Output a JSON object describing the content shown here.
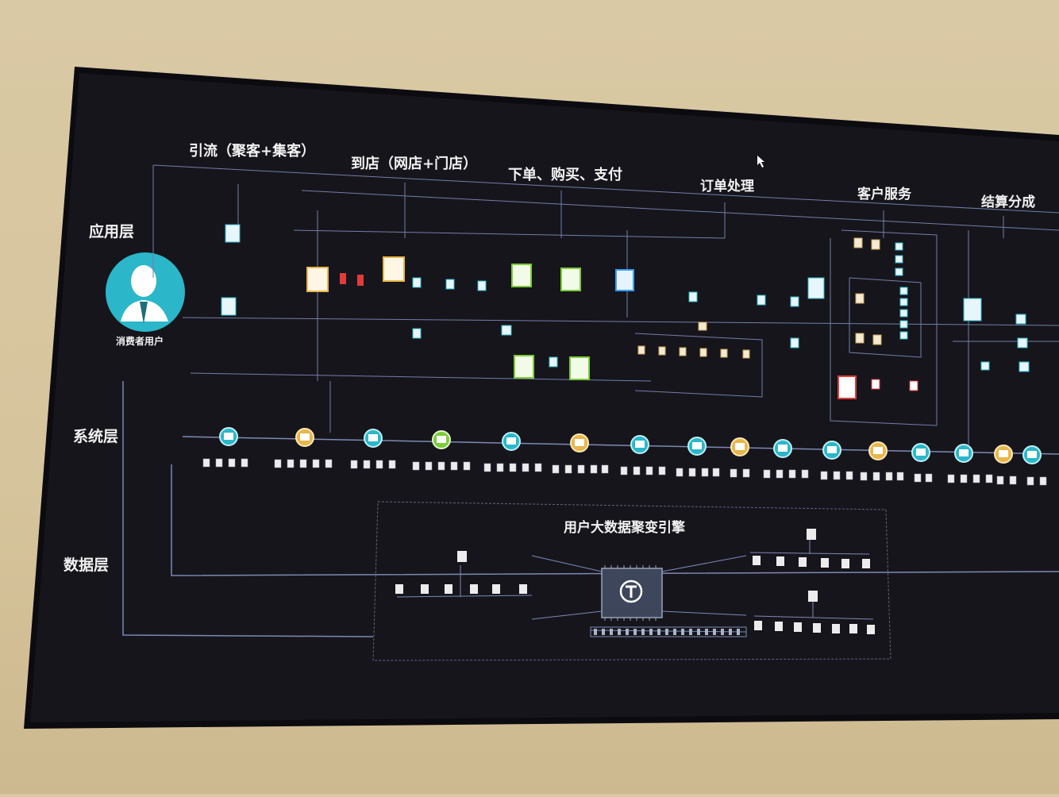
{
  "stages": [
    "引流（聚客+集客）",
    "到店（网店+门店）",
    "下单、购买、支付",
    "订单处理",
    "客户服务",
    "结算分成"
  ],
  "layers": {
    "app": "应用层",
    "system": "系统层",
    "data": "数据层"
  },
  "consumer_label": "消费者用户",
  "engine_title": "用户大数据聚变引擎",
  "colors": {
    "screen_bg": "#17151c",
    "line": "#6f7fa8",
    "teal": "#2bb7c9",
    "gold": "#e8b64a",
    "green": "#7ccc3a",
    "blue": "#3aa0ff",
    "red": "#e23b3b",
    "text": "#f2f2f2"
  },
  "system_node_kinds": [
    "teal",
    "gold",
    "teal",
    "green",
    "teal",
    "gold",
    "teal",
    "teal",
    "gold",
    "teal",
    "teal",
    "gold",
    "teal",
    "teal",
    "gold"
  ]
}
